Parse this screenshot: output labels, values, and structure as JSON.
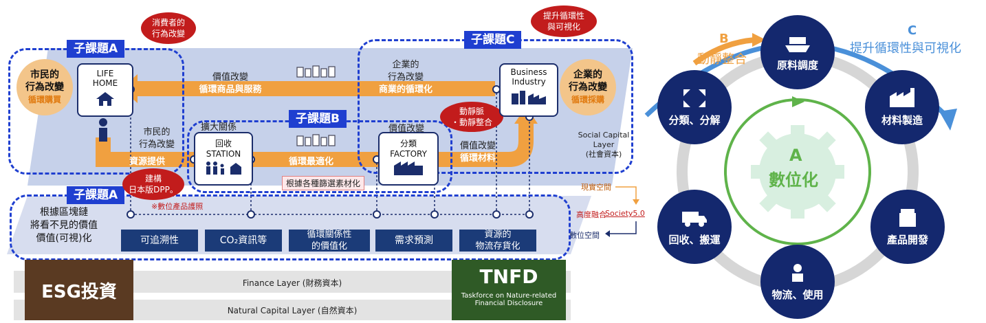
{
  "left": {
    "subtopic_a_top": "子課題A",
    "subtopic_a_bottom": "子課題A",
    "subtopic_b": "子課題B",
    "subtopic_c": "子課題C",
    "bubble_consumer": [
      "消費者的",
      "行為改變"
    ],
    "bubble_visualize": [
      "提升循環性",
      "與可視化"
    ],
    "bubble_dynamic": [
      "動靜脈",
      "・動靜整合"
    ],
    "bubble_dpp": [
      "建構",
      "日本版DPP。"
    ],
    "dpp_note": "※數位產品護照",
    "citizen_circle": [
      "市民的",
      "行為改變",
      "循環購買"
    ],
    "company_circle": [
      "企業的",
      "行為改變",
      "循環採購"
    ],
    "life_home": [
      "LIFE",
      "HOME"
    ],
    "business_industry": [
      "Business",
      "Industry"
    ],
    "station": [
      "回收",
      "STATION"
    ],
    "factory": [
      "分類",
      "FACTORY"
    ],
    "value_change_top_left": [
      "價值改變",
      "循環商品與服務"
    ],
    "corp_change_top": [
      "企業的",
      "行為改變",
      "商業的循環化"
    ],
    "citizen_change_mid": [
      "市民的",
      "行為改變"
    ],
    "resource_supply": "資源提供",
    "expand_relation": "擴大關係",
    "value_change_factory": "價值改變",
    "loop_optimize": "循環最適化",
    "value_change_material": [
      "價值改變",
      "循環材料"
    ],
    "material_select": "根據各種篩選素材化",
    "social_layer": [
      "Social Capital",
      "Layer",
      "(社會資本)"
    ],
    "real_space": "現實空間",
    "high_fusion": "高度融合",
    "society": "Society5.0",
    "digital_space": "數位空間",
    "blockchain_text": [
      "根據區塊鏈",
      "將看不見的價值",
      "價值(可視)化"
    ],
    "buttons": [
      "可追溯性",
      "CO₂資訊等",
      "循環關係性\n的價值化",
      "需求預測",
      "資源的\n物流存貨化"
    ],
    "esg": "ESG投資",
    "finance_layer": "Finance Layer (財務資本)",
    "natural_layer": "Natural Capital Layer (自然資本)",
    "tnfd_title": "TNFD",
    "tnfd_sub": [
      "Taskforce on Nature-related",
      "Financial Disclosure"
    ]
  },
  "right": {
    "label_b_letter": "B",
    "label_b_text": "動靜整合",
    "label_c_letter": "C",
    "label_c_text": "提升循環性與可視化",
    "center_letter": "A",
    "center_text": "數位化",
    "nodes": [
      "原料調度",
      "材料製造",
      "產品開發",
      "物流、使用",
      "回收、搬運",
      "分類、分解"
    ]
  },
  "colors": {
    "navy": "#14286e",
    "blue_dash": "#1f3fd0",
    "orange": "#f0a040",
    "red_bubble": "#c21c1c",
    "green": "#5fb34a",
    "light_blue": "#4a90d9"
  }
}
